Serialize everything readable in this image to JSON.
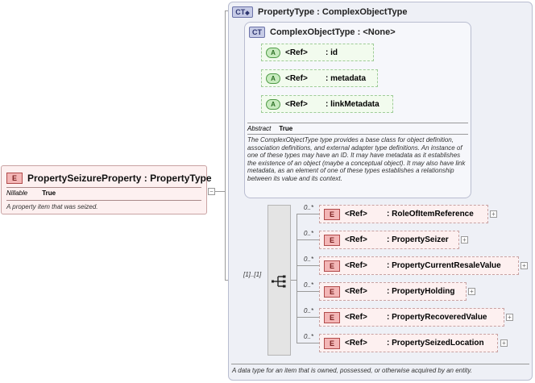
{
  "element": {
    "badge": "E",
    "title": "PropertySeizureProperty",
    "type_sep": ":",
    "type": "PropertyType",
    "nillable_label": "Nillable",
    "nillable_value": "True",
    "doc": "A property item that was seized."
  },
  "complex_type": {
    "badge": "CT",
    "title": "PropertyType",
    "type_sep": ":",
    "base": "ComplexObjectType",
    "doc": "A data type for an item that is owned, possessed, or otherwise acquired by an entity."
  },
  "base_type": {
    "badge": "CT",
    "title": "ComplexObjectType",
    "type_sep": ":",
    "base": "<None>",
    "attributes": [
      {
        "badge": "A",
        "ref": "<Ref>",
        "name": ": id"
      },
      {
        "badge": "A",
        "ref": "<Ref>",
        "name": ": metadata"
      },
      {
        "badge": "A",
        "ref": "<Ref>",
        "name": ": linkMetadata"
      }
    ],
    "abstract_label": "Abstract",
    "abstract_value": "True",
    "description": "The ComplexObjectType type provides a base class for object definition, association definitions, and external adapter type definitions. An instance of one of these types may have an ID. It may have metadata as it establishes the existence of an object (maybe a conceptual object). It may also have link metadata, as an element of one of these types establishes a relationship between its value and its context."
  },
  "sequence": {
    "multiplicity": "[1]..[1]",
    "elements": [
      {
        "occurs": "0..*",
        "badge": "E",
        "ref": "<Ref>",
        "name": ": RoleOfItemReference"
      },
      {
        "occurs": "0..*",
        "badge": "E",
        "ref": "<Ref>",
        "name": ": PropertySeizer"
      },
      {
        "occurs": "0..*",
        "badge": "E",
        "ref": "<Ref>",
        "name": ": PropertyCurrentResaleValue"
      },
      {
        "occurs": "0..*",
        "badge": "E",
        "ref": "<Ref>",
        "name": ": PropertyHolding"
      },
      {
        "occurs": "0..*",
        "badge": "E",
        "ref": "<Ref>",
        "name": ": PropertyRecoveredValue"
      },
      {
        "occurs": "0..*",
        "badge": "E",
        "ref": "<Ref>",
        "name": ": PropertySeizedLocation"
      }
    ]
  },
  "icons": {
    "expand": "expand-plus-icon",
    "collapse": "collapse-minus-icon",
    "sequence": "sequence-compositor-icon"
  },
  "colors": {
    "element_fill": "#fdf0f0",
    "attribute_fill": "#f2fbee",
    "complex_type_fill": "#eef0f6"
  }
}
